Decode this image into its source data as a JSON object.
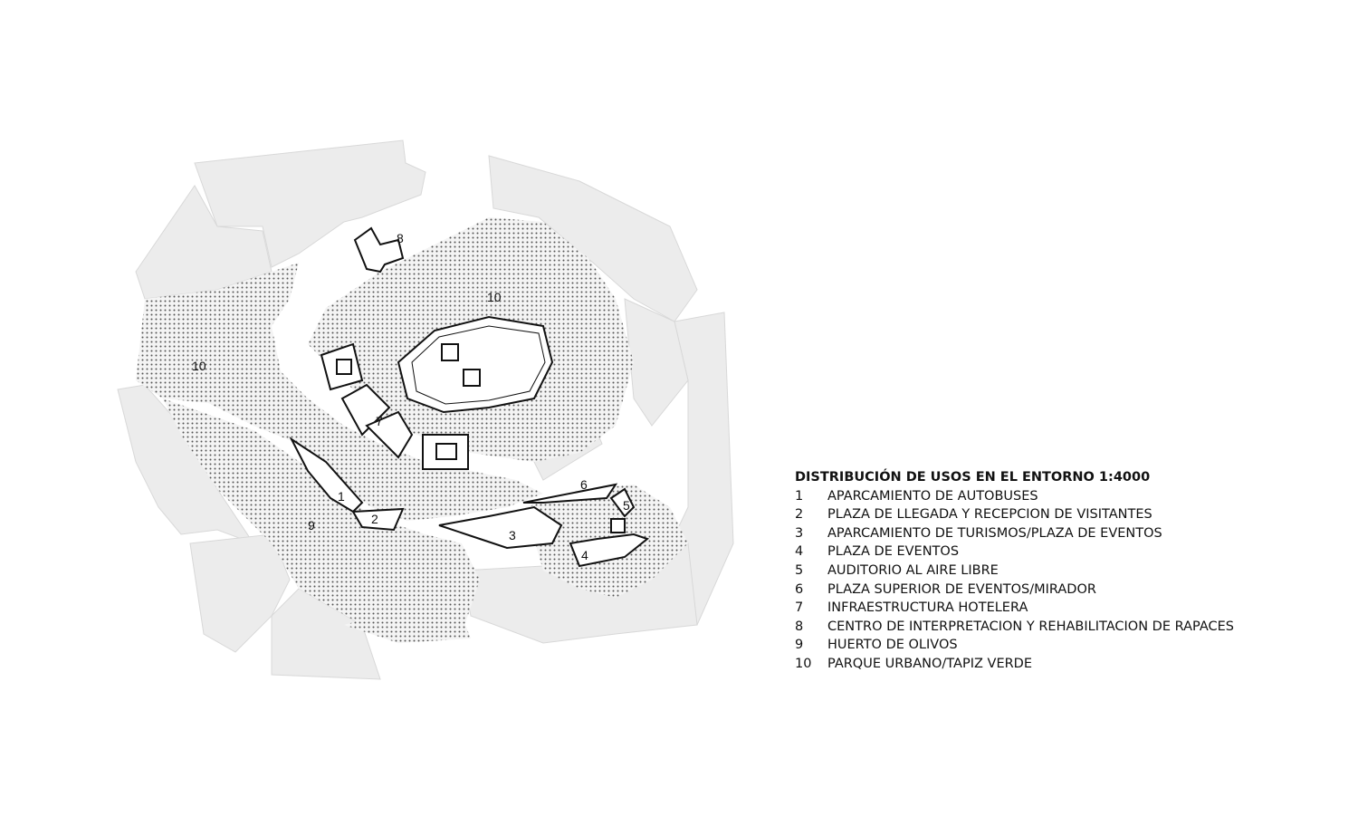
{
  "map_labels": {
    "zone_10_west": "10",
    "zone_10_north": "10",
    "zone_8": "8",
    "zone_7": "7",
    "zone_1": "1",
    "zone_2": "2",
    "zone_9": "9",
    "zone_3": "3",
    "zone_4": "4",
    "zone_5": "5",
    "zone_6": "6"
  },
  "legend": {
    "title": "DISTRIBUCIÓN DE USOS EN EL ENTORNO 1:4000",
    "items": [
      {
        "num": "1",
        "label": "APARCAMIENTO DE AUTOBUSES"
      },
      {
        "num": "2",
        "label": "PLAZA DE LLEGADA Y RECEPCION DE VISITANTES"
      },
      {
        "num": "3",
        "label": "APARCAMIENTO DE TURISMOS/PLAZA DE EVENTOS"
      },
      {
        "num": "4",
        "label": "PLAZA DE EVENTOS"
      },
      {
        "num": "5",
        "label": "AUDITORIO AL AIRE LIBRE"
      },
      {
        "num": "6",
        "label": "PLAZA SUPERIOR DE EVENTOS/MIRADOR"
      },
      {
        "num": "7",
        "label": "INFRAESTRUCTURA HOTELERA"
      },
      {
        "num": "8",
        "label": "CENTRO DE INTERPRETACION Y REHABILITACION DE RAPACES"
      },
      {
        "num": "9",
        "label": "HUERTO DE OLIVOS"
      },
      {
        "num": "10",
        "label": "PARQUE URBANO/TAPIZ VERDE"
      }
    ]
  },
  "colors": {
    "urban_fill": "#ececec",
    "dot": "#555555",
    "outline": "#111111"
  }
}
